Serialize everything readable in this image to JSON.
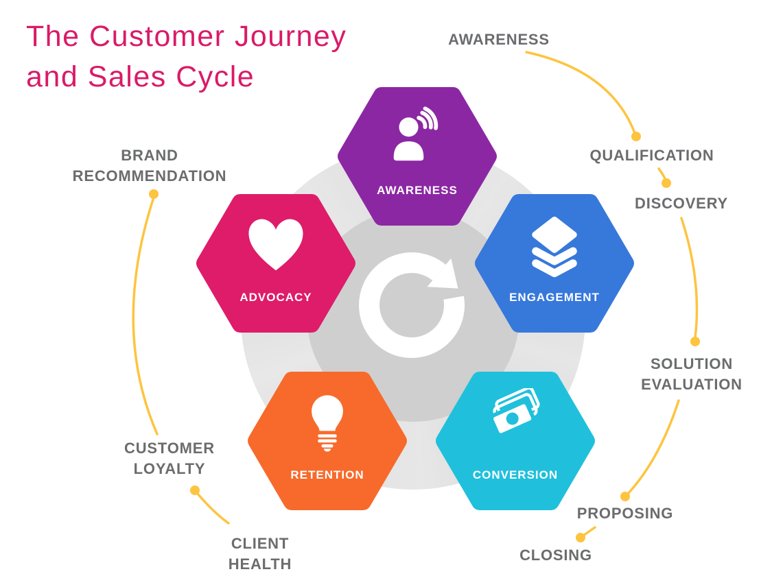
{
  "title": {
    "line1": "The Customer Journey",
    "line2": "and Sales Cycle",
    "color": "#DA1A68"
  },
  "stages": {
    "awareness": {
      "label": "AWARENESS",
      "color": "#8C27A3",
      "icon": "person-broadcast-icon"
    },
    "engagement": {
      "label": "ENGAGEMENT",
      "color": "#3778DB",
      "icon": "layers-icon"
    },
    "conversion": {
      "label": "CONVERSION",
      "color": "#20C0DC",
      "icon": "banknotes-icon"
    },
    "retention": {
      "label": "RETENTION",
      "color": "#F76A2B",
      "icon": "lightbulb-icon"
    },
    "advocacy": {
      "label": "ADVOCACY",
      "color": "#DE1C69",
      "icon": "heart-icon"
    }
  },
  "center_icon": "cycle-arrow-icon",
  "cycle_steps": {
    "awareness": {
      "line1": "AWARENESS"
    },
    "qualification": {
      "line1": "QUALIFICATION"
    },
    "discovery": {
      "line1": "DISCOVERY"
    },
    "solution_evaluation": {
      "line1": "SOLUTION",
      "line2": "EVALUATION"
    },
    "proposing": {
      "line1": "PROPOSING"
    },
    "closing": {
      "line1": "CLOSING"
    },
    "client_health": {
      "line1": "CLIENT",
      "line2": "HEALTH"
    },
    "customer_loyalty": {
      "line1": "CUSTOMER",
      "line2": "LOYALTY"
    },
    "brand_recommendation": {
      "line1": "BRAND",
      "line2": "RECOMMENDATION"
    }
  },
  "colors": {
    "connector_yellow": "#FDC440",
    "label_gray": "#6B6C6E",
    "disc_outer_gray": "#E0E0E0",
    "disc_inner_gray": "#CFCFCF",
    "background": "#FFFFFF"
  }
}
